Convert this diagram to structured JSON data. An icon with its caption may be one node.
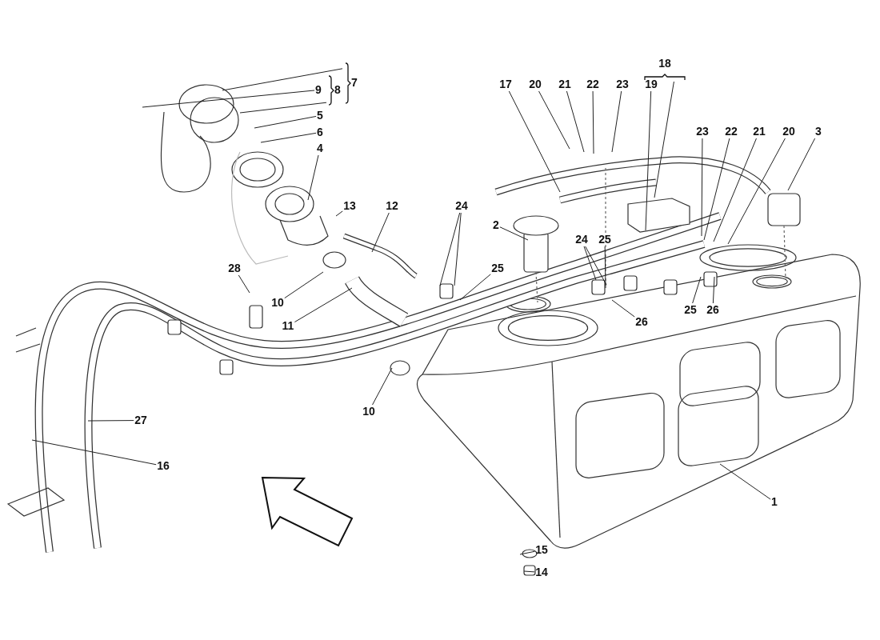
{
  "diagram": {
    "nodes": [
      {
        "text": [
          "7"
        ]
      },
      {
        "text": [
          "8"
        ]
      },
      {
        "text": [
          "9"
        ]
      },
      {
        "text": [
          "5"
        ]
      },
      {
        "text": [
          "6"
        ]
      },
      {
        "text": [
          "4"
        ]
      },
      {
        "text": [
          "13"
        ]
      },
      {
        "text": [
          "12"
        ]
      },
      {
        "text": [
          "28"
        ]
      },
      {
        "text": [
          "10"
        ]
      },
      {
        "text": [
          "11"
        ]
      },
      {
        "text": [
          "24"
        ]
      },
      {
        "text": [
          "25"
        ]
      },
      {
        "text": [
          "2"
        ]
      },
      {
        "text": [
          "17"
        ]
      },
      {
        "text": [
          "20"
        ]
      },
      {
        "text": [
          "21"
        ]
      },
      {
        "text": [
          "22"
        ]
      },
      {
        "text": [
          "23"
        ]
      },
      {
        "text": [
          "18"
        ]
      },
      {
        "text": [
          "19"
        ]
      },
      {
        "text": [
          "23"
        ]
      },
      {
        "text": [
          "22"
        ]
      },
      {
        "text": [
          "21"
        ]
      },
      {
        "text": [
          "20"
        ]
      },
      {
        "text": [
          "3"
        ]
      },
      {
        "text": [
          "24"
        ]
      },
      {
        "text": [
          "25"
        ]
      },
      {
        "text": [
          "26"
        ]
      },
      {
        "text": [
          "25"
        ]
      },
      {
        "text": [
          "26"
        ]
      },
      {
        "text": [
          "10"
        ]
      },
      {
        "text": [
          "27"
        ]
      },
      {
        "text": [
          "16"
        ]
      },
      {
        "text": [
          "1"
        ]
      },
      {
        "text": [
          "15"
        ]
      },
      {
        "text": [
          "14"
        ]
      }
    ],
    "edges": [
      {
        "from": 0,
        "to": null,
        "arrow": "none"
      },
      {
        "from": 1,
        "to": null,
        "arrow": "none"
      },
      {
        "from": 2,
        "to": null,
        "arrow": "none"
      },
      {
        "from": 3,
        "to": null,
        "arrow": "none"
      },
      {
        "from": 4,
        "to": null,
        "arrow": "none"
      },
      {
        "from": 5,
        "to": null,
        "arrow": "none"
      },
      {
        "from": 6,
        "to": null,
        "arrow": "none"
      },
      {
        "from": 7,
        "to": null,
        "arrow": "none"
      },
      {
        "from": 8,
        "to": null,
        "arrow": "none"
      },
      {
        "from": 9,
        "to": null,
        "arrow": "none"
      },
      {
        "from": 10,
        "to": null,
        "arrow": "none"
      },
      {
        "from": 11,
        "to": null,
        "arrow": "none"
      },
      {
        "from": 11,
        "to": null,
        "arrow": "none"
      },
      {
        "from": 12,
        "to": null,
        "arrow": "none"
      },
      {
        "from": 13,
        "to": null,
        "arrow": "none"
      },
      {
        "from": 14,
        "to": null,
        "arrow": "none"
      },
      {
        "from": 15,
        "to": null,
        "arrow": "none"
      },
      {
        "from": 16,
        "to": null,
        "arrow": "none"
      },
      {
        "from": 17,
        "to": null,
        "arrow": "none"
      },
      {
        "from": 18,
        "to": null,
        "arrow": "none"
      },
      {
        "from": 19,
        "to": null,
        "arrow": "none"
      },
      {
        "from": 20,
        "to": null,
        "arrow": "none"
      },
      {
        "from": 21,
        "to": null,
        "arrow": "none"
      },
      {
        "from": 22,
        "to": null,
        "arrow": "none"
      },
      {
        "from": 23,
        "to": null,
        "arrow": "none"
      },
      {
        "from": 24,
        "to": null,
        "arrow": "none"
      },
      {
        "from": 25,
        "to": null,
        "arrow": "none"
      },
      {
        "from": 26,
        "to": null,
        "arrow": "none"
      },
      {
        "from": 26,
        "to": null,
        "arrow": "none"
      },
      {
        "from": 27,
        "to": null,
        "arrow": "none"
      },
      {
        "from": 28,
        "to": null,
        "arrow": "none"
      },
      {
        "from": 29,
        "to": null,
        "arrow": "none"
      },
      {
        "from": 30,
        "to": null,
        "arrow": "none"
      },
      {
        "from": 31,
        "to": null,
        "arrow": "none"
      },
      {
        "from": 32,
        "to": null,
        "arrow": "none"
      },
      {
        "from": 33,
        "to": null,
        "arrow": "none"
      },
      {
        "from": 34,
        "to": null,
        "arrow": "none"
      },
      {
        "from": 35,
        "to": null,
        "arrow": "none"
      },
      {
        "from": 36,
        "to": null,
        "arrow": "none"
      }
    ]
  }
}
